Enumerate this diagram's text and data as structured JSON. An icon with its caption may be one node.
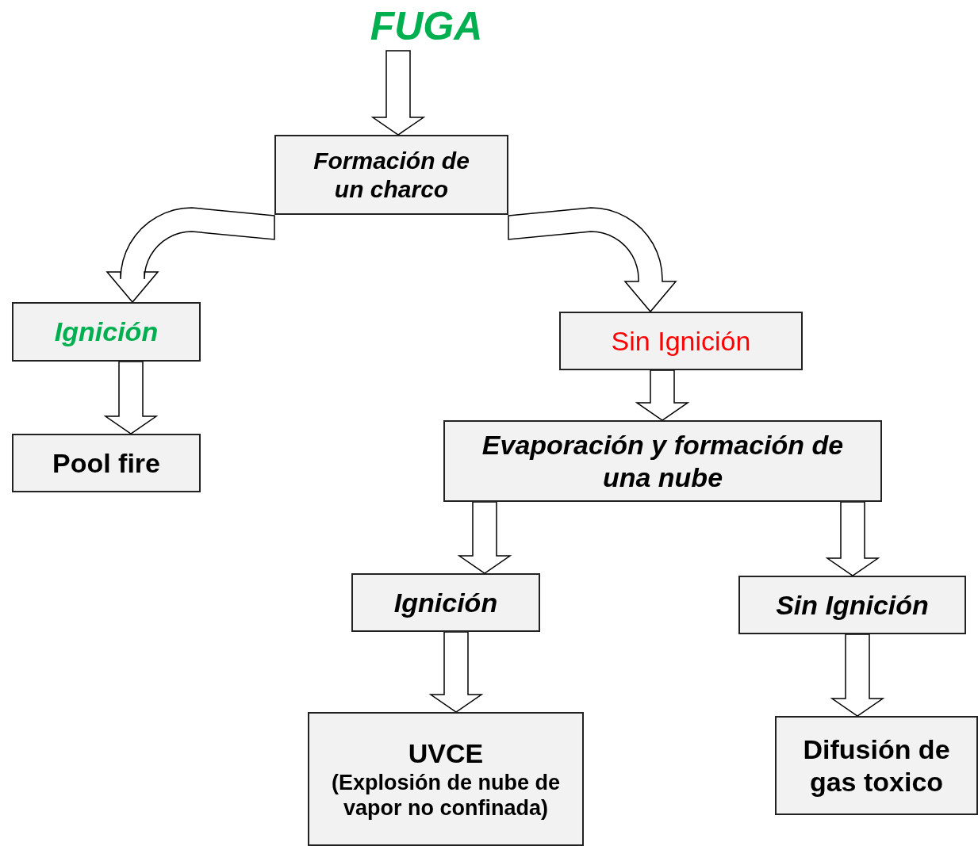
{
  "diagram": {
    "nodes": [
      {
        "text": [
          "FUGA"
        ]
      },
      {
        "text": [
          "Formación de un charco"
        ]
      },
      {
        "text": [
          "Ignición"
        ]
      },
      {
        "text": [
          "Pool fire"
        ]
      },
      {
        "text": [
          "Sin Ignición"
        ]
      },
      {
        "text": [
          "Evaporación y formación de una nube"
        ]
      },
      {
        "text": [
          "Ignición"
        ]
      },
      {
        "text": [
          "Sin Ignición"
        ]
      },
      {
        "text": [
          "UVCE",
          "(Explosión de nube de vapor no confinada)"
        ]
      },
      {
        "text": [
          "Difusión de gas toxico"
        ]
      }
    ],
    "edges": [
      {
        "from": 0,
        "to": 1,
        "arrow": "to"
      },
      {
        "from": 1,
        "to": 2,
        "arrow": "to"
      },
      {
        "from": 1,
        "to": 4,
        "arrow": "to"
      },
      {
        "from": 2,
        "to": 3,
        "arrow": "to"
      },
      {
        "from": 4,
        "to": 5,
        "arrow": "to"
      },
      {
        "from": 5,
        "to": 6,
        "arrow": "to"
      },
      {
        "from": 5,
        "to": 7,
        "arrow": "to"
      },
      {
        "from": 6,
        "to": 8,
        "arrow": "to"
      },
      {
        "from": 7,
        "to": 9,
        "arrow": "to"
      }
    ]
  }
}
